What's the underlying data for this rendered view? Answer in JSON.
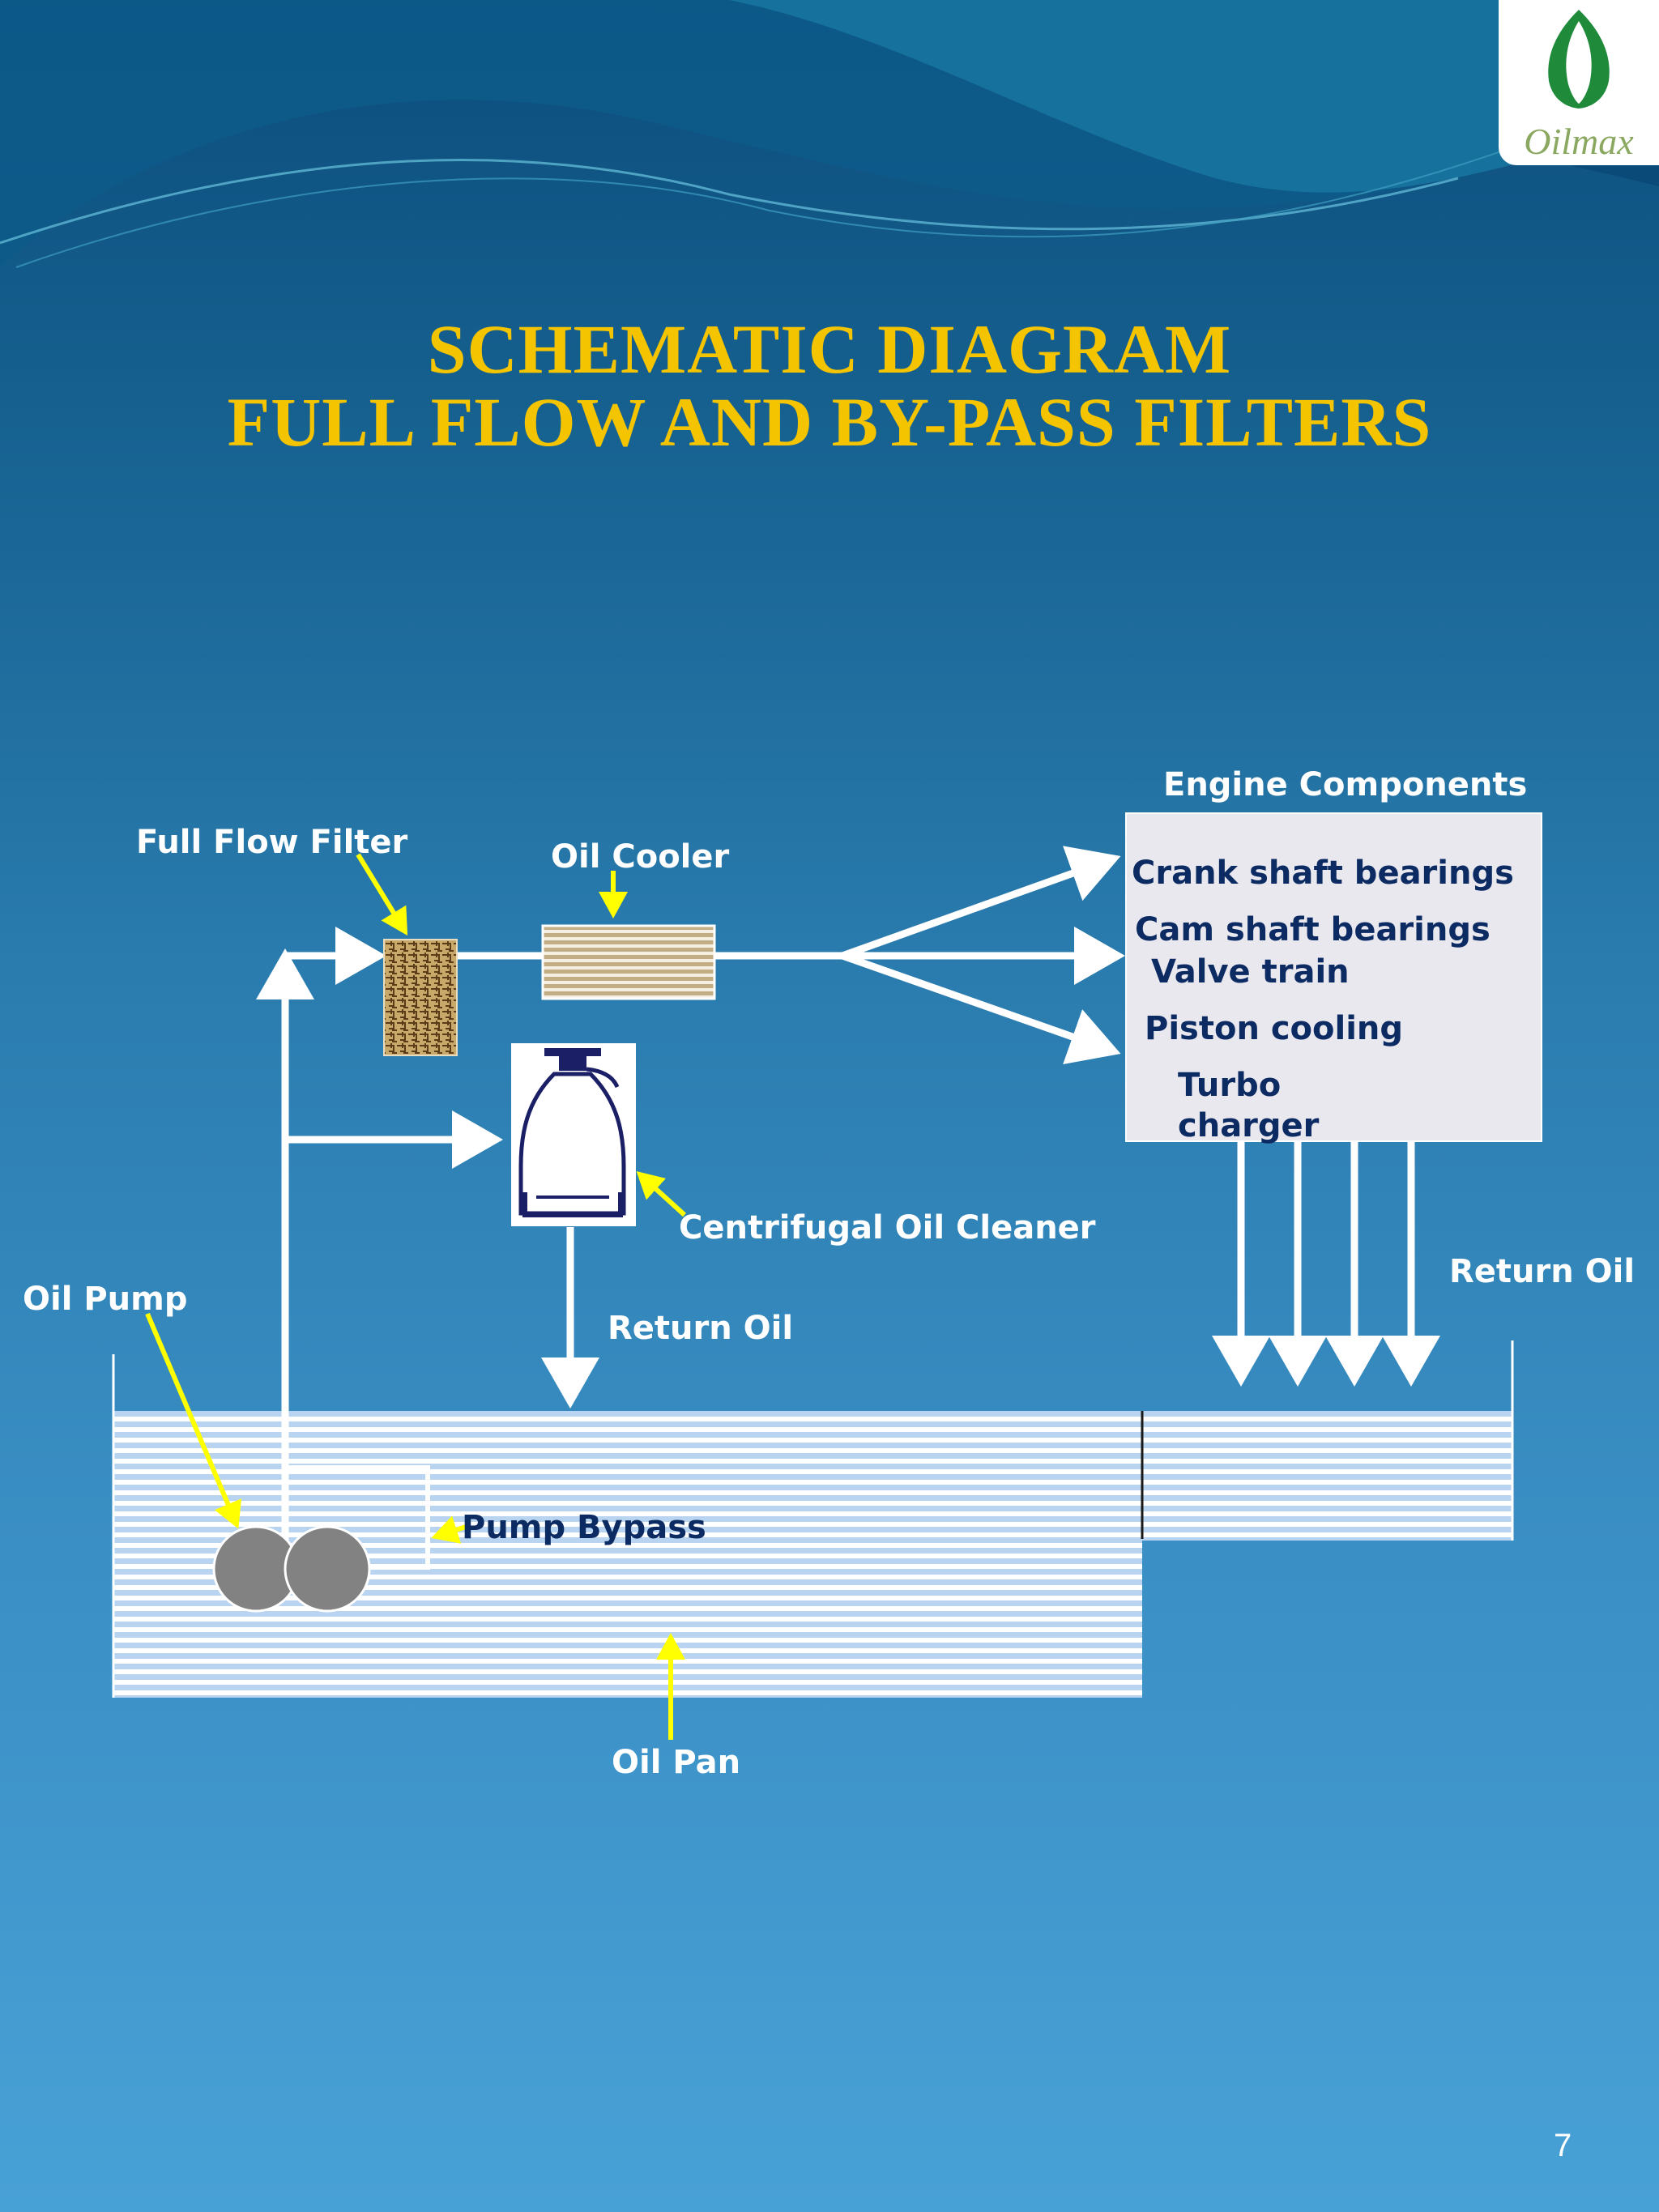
{
  "title": {
    "line1": "SCHEMATIC DIAGRAM",
    "line2": "FULL FLOW AND BY-PASS FILTERS"
  },
  "logo": {
    "text": "Oilmax"
  },
  "labels": {
    "engine_components": "Engine Components",
    "full_flow_filter": "Full Flow Filter",
    "oil_cooler": "Oil Cooler",
    "centrifugal_oil_cleaner": "Centrifugal Oil Cleaner",
    "oil_pump": "Oil Pump",
    "return_oil_center": "Return Oil",
    "return_oil_right": "Return Oil",
    "pump_bypass": "Pump Bypass",
    "oil_pan": "Oil Pan"
  },
  "engine_items": [
    "Crank shaft bearings",
    "Cam shaft bearings",
    "Valve train",
    "Piston cooling",
    "Turbo",
    "charger"
  ],
  "page_number": "7",
  "colors": {
    "title": "#f5c400",
    "callout_arrow": "#ffff00",
    "flow_line": "#ffffff",
    "engine_box": "#e9e8ef",
    "engine_text": "#0d2b63",
    "oil_stripes": "#b8d4f0"
  }
}
